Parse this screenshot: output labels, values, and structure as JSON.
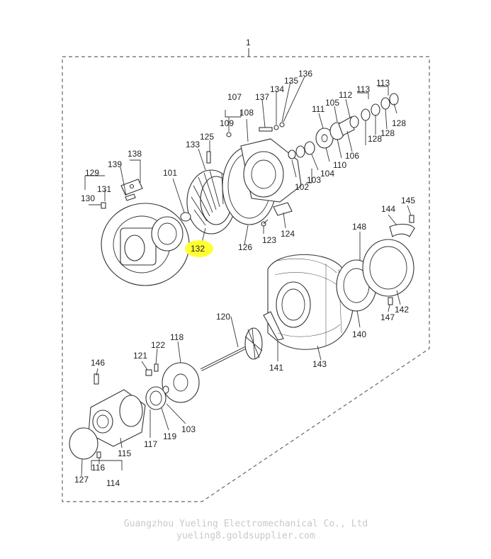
{
  "diagram": {
    "group_label": "1",
    "highlight_label": "132",
    "highlight_color": "#ffff33",
    "labels": [
      "101",
      "102",
      "103",
      "103",
      "104",
      "105",
      "106",
      "107",
      "108",
      "109",
      "110",
      "111",
      "112",
      "113",
      "113",
      "114",
      "115",
      "116",
      "117",
      "118",
      "119",
      "120",
      "121",
      "122",
      "123",
      "124",
      "125",
      "126",
      "127",
      "128",
      "128",
      "128",
      "129",
      "130",
      "131",
      "133",
      "134",
      "135",
      "136",
      "137",
      "138",
      "139",
      "140",
      "141",
      "142",
      "143",
      "144",
      "145",
      "146",
      "147",
      "148"
    ]
  },
  "watermark": {
    "company": "Guangzhou Yueling Electromechanical Co., Ltd",
    "site": "yueling8.goldsupplier.com"
  }
}
